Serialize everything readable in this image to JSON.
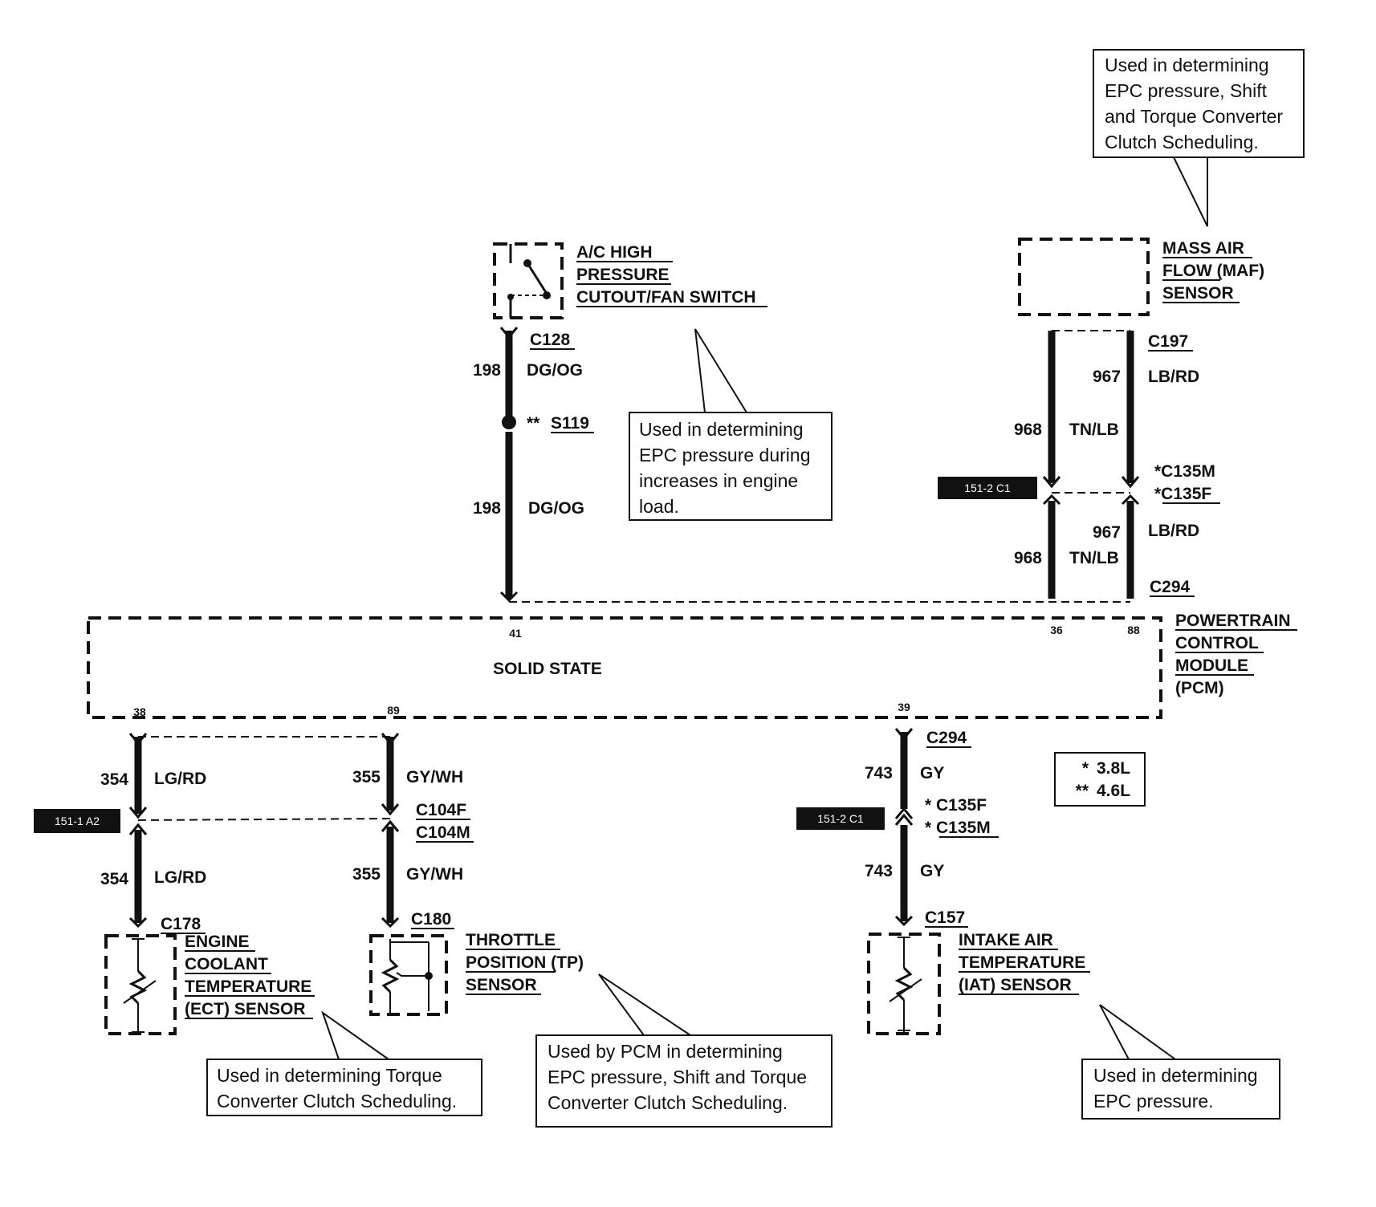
{
  "maf_note": [
    "Used in determining",
    "EPC pressure, Shift",
    "and Torque Converter",
    "Clutch Scheduling."
  ],
  "maf_sensor": [
    "MASS AIR",
    "FLOW (MAF)",
    "SENSOR"
  ],
  "ac_switch": [
    "A/C HIGH",
    "PRESSURE",
    "CUTOUT/FAN SWITCH"
  ],
  "ac_note": [
    "Used in determining",
    "EPC pressure during",
    "increases in engine",
    "load."
  ],
  "ac_circuit": {
    "connector_top": "C128",
    "wire_top": "198",
    "color_top": "DG/OG",
    "splice_prefix": "**",
    "splice": "S119",
    "wire_bottom": "198",
    "color_bottom": "DG/OG"
  },
  "maf_circuit": {
    "connector_top": "C197",
    "wire_a_top": "967",
    "color_a_top": "LB/RD",
    "wire_b_top": "968",
    "color_b_top": "TN/LB",
    "connector_mid_1": "*C135M",
    "connector_mid_2": "*C135F",
    "ref_tag": "151-2 C1",
    "wire_a_bottom": "967",
    "color_a_bottom": "LB/RD",
    "wire_b_bottom": "968",
    "color_b_bottom": "TN/LB",
    "connector_bottom": "C294"
  },
  "pcm": {
    "name": [
      "POWERTRAIN",
      "CONTROL",
      "MODULE",
      "(PCM)"
    ],
    "inner": "SOLID STATE",
    "pins_top": [
      "41",
      "36",
      "88"
    ],
    "pins_bottom": [
      "38",
      "89",
      "39"
    ]
  },
  "ect_circuit": {
    "wire_top": "354",
    "color_top": "LG/RD",
    "ref_tag": "151-1 A2",
    "wire_bottom": "354",
    "color_bottom": "LG/RD",
    "connector": "C178"
  },
  "tp_circuit": {
    "wire_top": "355",
    "color_top": "GY/WH",
    "connector_mid_1": "C104F",
    "connector_mid_2": "C104M",
    "wire_bottom": "355",
    "color_bottom": "GY/WH",
    "connector": "C180"
  },
  "iat_circuit": {
    "connector_top": "C294",
    "wire_top": "743",
    "color_top": "GY",
    "connector_mid_1": "* C135F",
    "connector_mid_2": "* C135M",
    "ref_tag": "151-2 C1",
    "wire_bottom": "743",
    "color_bottom": "GY",
    "connector": "C157"
  },
  "legend": [
    {
      "mark": "*",
      "value": "3.8L"
    },
    {
      "mark": "**",
      "value": "4.6L"
    }
  ],
  "ect_sensor": [
    "ENGINE",
    "COOLANT",
    "TEMPERATURE",
    "(ECT) SENSOR"
  ],
  "ect_note": [
    "Used in determining Torque",
    "Converter Clutch Scheduling."
  ],
  "tp_sensor": [
    "THROTTLE",
    "POSITION (TP)",
    "SENSOR"
  ],
  "tp_note": [
    "Used by PCM in determining",
    "EPC pressure, Shift and Torque",
    "Converter Clutch Scheduling."
  ],
  "iat_sensor": [
    "INTAKE AIR",
    "TEMPERATURE",
    "(IAT) SENSOR"
  ],
  "iat_note": [
    "Used in determining",
    "EPC pressure."
  ]
}
